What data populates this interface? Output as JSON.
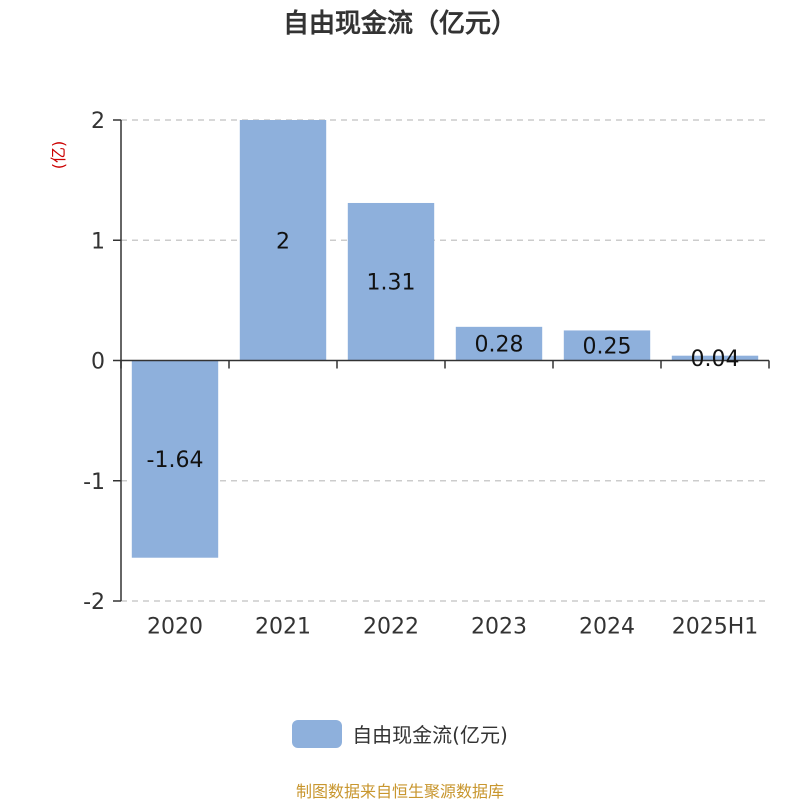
{
  "chart_data": {
    "type": "bar",
    "title": "自由现金流（亿元）",
    "ylabel": "(亿)",
    "categories": [
      "2020",
      "2021",
      "2022",
      "2023",
      "2024",
      "2025H1"
    ],
    "series": [
      {
        "name": "自由现金流(亿元)",
        "values": [
          -1.64,
          2,
          1.31,
          0.28,
          0.25,
          0.04
        ]
      }
    ],
    "value_labels": [
      "-1.64",
      "2",
      "1.31",
      "0.28",
      "0.25",
      "0.04"
    ],
    "ylim": [
      -2,
      2
    ],
    "yticks": [
      2,
      1,
      0,
      -1,
      -2
    ],
    "grid": true,
    "legend_position": "bottom",
    "bar_color": "#8eb0dc"
  },
  "source": "制图数据来自恒生聚源数据库"
}
